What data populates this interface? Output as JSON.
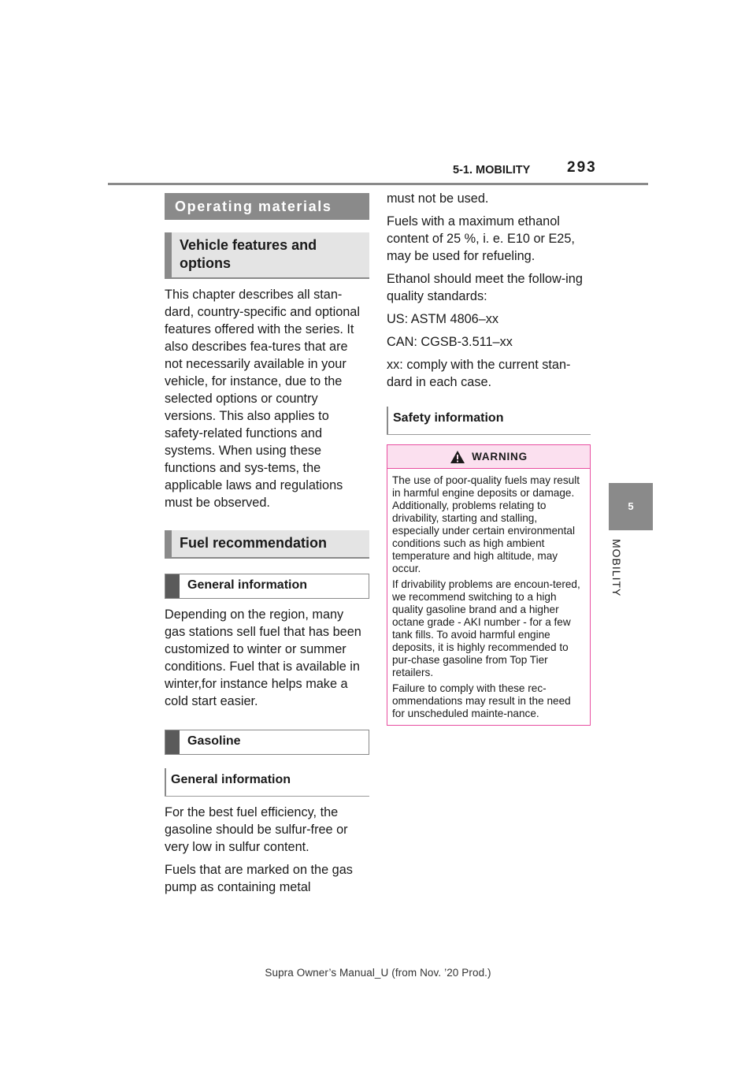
{
  "header": {
    "section": "5-1. MOBILITY",
    "page_number": "293"
  },
  "side_tab": {
    "number": "5",
    "label": "MOBILITY"
  },
  "left_column": {
    "title": "Operating materials",
    "vehicle_features": {
      "heading": "Vehicle features and options",
      "text": "This chapter describes all stan-dard, country-specific and optional features offered with the series. It also describes fea-tures that are not necessarily available in your vehicle, for instance, due to the selected options or country versions. This also applies to safety-related functions and systems. When using these functions and sys-tems, the applicable laws and regulations must be observed."
    },
    "fuel_recommendation": {
      "heading": "Fuel recommendation",
      "general_heading": "General information",
      "general_text": "Depending on the region, many gas stations sell fuel that has been customized to winter or summer conditions. Fuel that is available in winter,for instance helps make a cold start easier."
    },
    "gasoline": {
      "heading": "Gasoline",
      "general_heading": "General information",
      "text_1": "For the best fuel efficiency, the gasoline should be sulfur-free or very low in sulfur content.",
      "text_2": "Fuels that are marked on the gas pump as containing metal"
    }
  },
  "right_column": {
    "continued": "must not be used.",
    "ethanol_1": "Fuels with a maximum ethanol content of 25 %, i. e. E10 or E25, may be used for refueling.",
    "ethanol_2": "Ethanol should meet the follow-ing quality standards:",
    "standard_us": "US: ASTM 4806–xx",
    "standard_can": "CAN: CGSB-3.511–xx",
    "standard_xx": "xx: comply with the current stan-dard in each case.",
    "safety_heading": "Safety information",
    "warning": {
      "title": "WARNING",
      "icon": "warning-triangle-icon",
      "para_1": "The use of poor-quality fuels may result in harmful engine deposits or damage. Additionally, problems relating to drivability, starting and stalling, especially under certain environmental conditions such as high ambient temperature and high altitude, may occur.",
      "para_2": "If drivability problems are encoun-tered, we recommend switching to a high quality gasoline brand and a higher octane grade - AKI number - for a few tank fills. To avoid harmful engine deposits, it is highly recommended to pur-chase gasoline from Top Tier retailers.",
      "para_3": "Failure to comply with these rec-ommendations may result in the need for unscheduled mainte-nance."
    }
  },
  "footer": {
    "text": "Supra Owner’s Manual_U (from Nov. ’20 Prod.)"
  },
  "colors": {
    "accent_gray": "#8a8a8a",
    "warning_pink": "#e84ea0",
    "warning_bg": "#fbe0ef"
  }
}
